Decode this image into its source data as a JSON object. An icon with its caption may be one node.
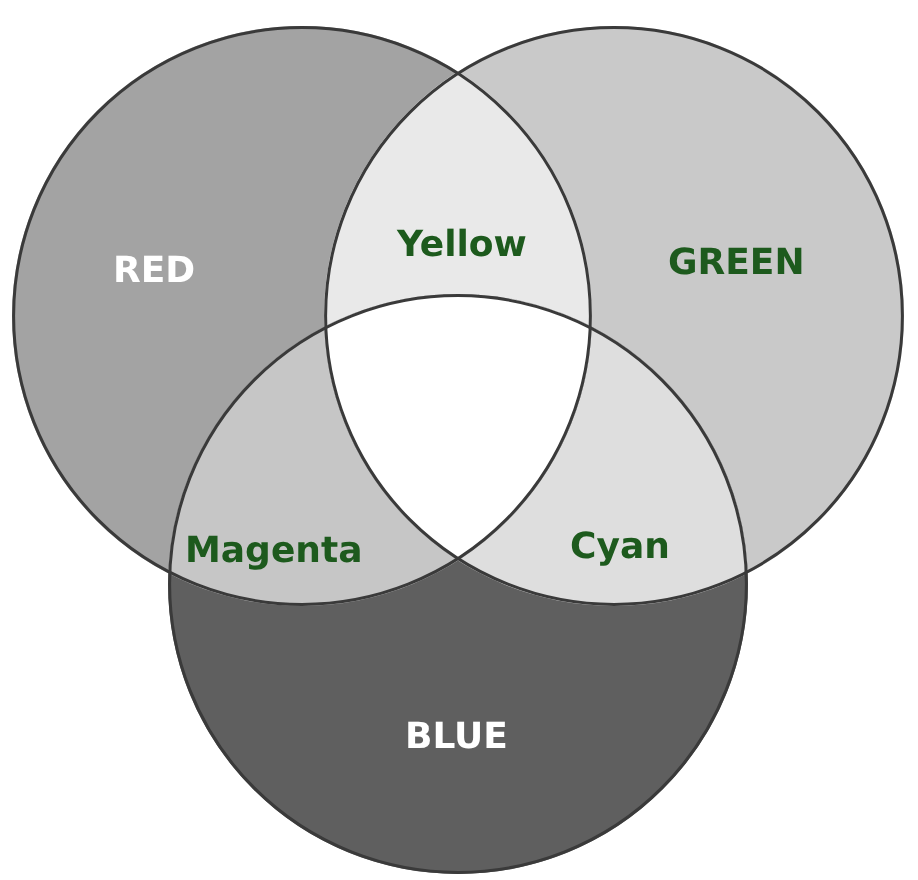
{
  "diagram": {
    "nodes": [
      {
        "text": [
          "RED"
        ]
      },
      {
        "text": [
          "GREEN"
        ]
      },
      {
        "text": [
          "BLUE"
        ]
      }
    ],
    "labels": [
      "Yellow",
      "Magenta",
      "Cyan"
    ]
  }
}
